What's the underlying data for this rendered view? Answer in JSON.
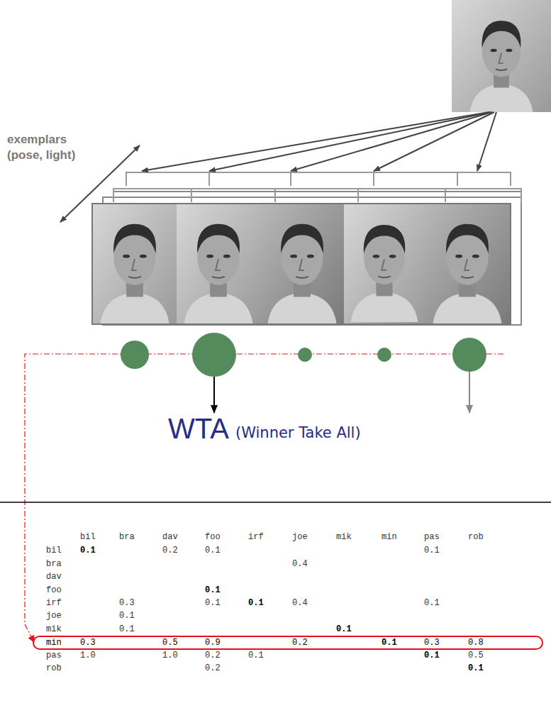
{
  "diagram": {
    "nodes": [
      {
        "text": [
          "min",
          "0.3",
          "0.5",
          "0.9",
          "0.2",
          "0.1",
          "0.3",
          "0.8"
        ]
      }
    ],
    "labels": [
      "exemplars (pose, light)",
      "WTA",
      "(Winner Take All)",
      "bil",
      "bra",
      "dav",
      "foo",
      "irf",
      "joe",
      "mik",
      "min",
      "pas",
      "rob",
      "bil",
      "0.1",
      "0.2",
      "0.1",
      "0.1",
      "bra",
      "0.4",
      "dav",
      "foo",
      "0.1",
      "irf",
      "0.3",
      "0.1",
      "0.1",
      "0.4",
      "0.1",
      "joe",
      "0.1",
      "mik",
      "0.1",
      "0.1",
      "pas",
      "1.0",
      "1.0",
      "0.2",
      "0.1",
      "0.1",
      "0.5",
      "rob",
      "0.2",
      "0.1"
    ]
  }
}
